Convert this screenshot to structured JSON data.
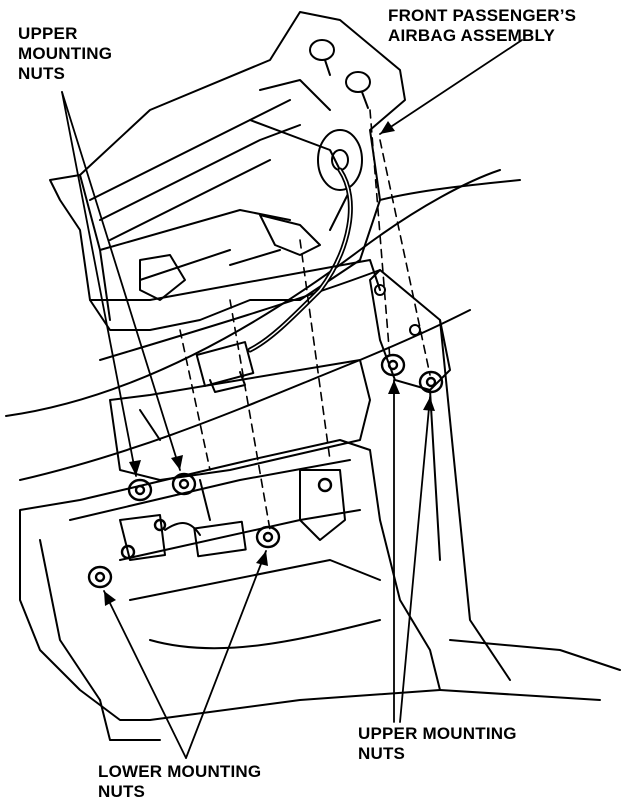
{
  "labels": {
    "upper_left": [
      "UPPER",
      "MOUNTING",
      "NUTS"
    ],
    "airbag": [
      "FRONT PASSENGER’S",
      "AIRBAG ASSEMBLY"
    ],
    "upper_right": [
      "UPPER MOUNTING",
      "NUTS"
    ],
    "lower": [
      "LOWER MOUNTING",
      "NUTS"
    ]
  }
}
